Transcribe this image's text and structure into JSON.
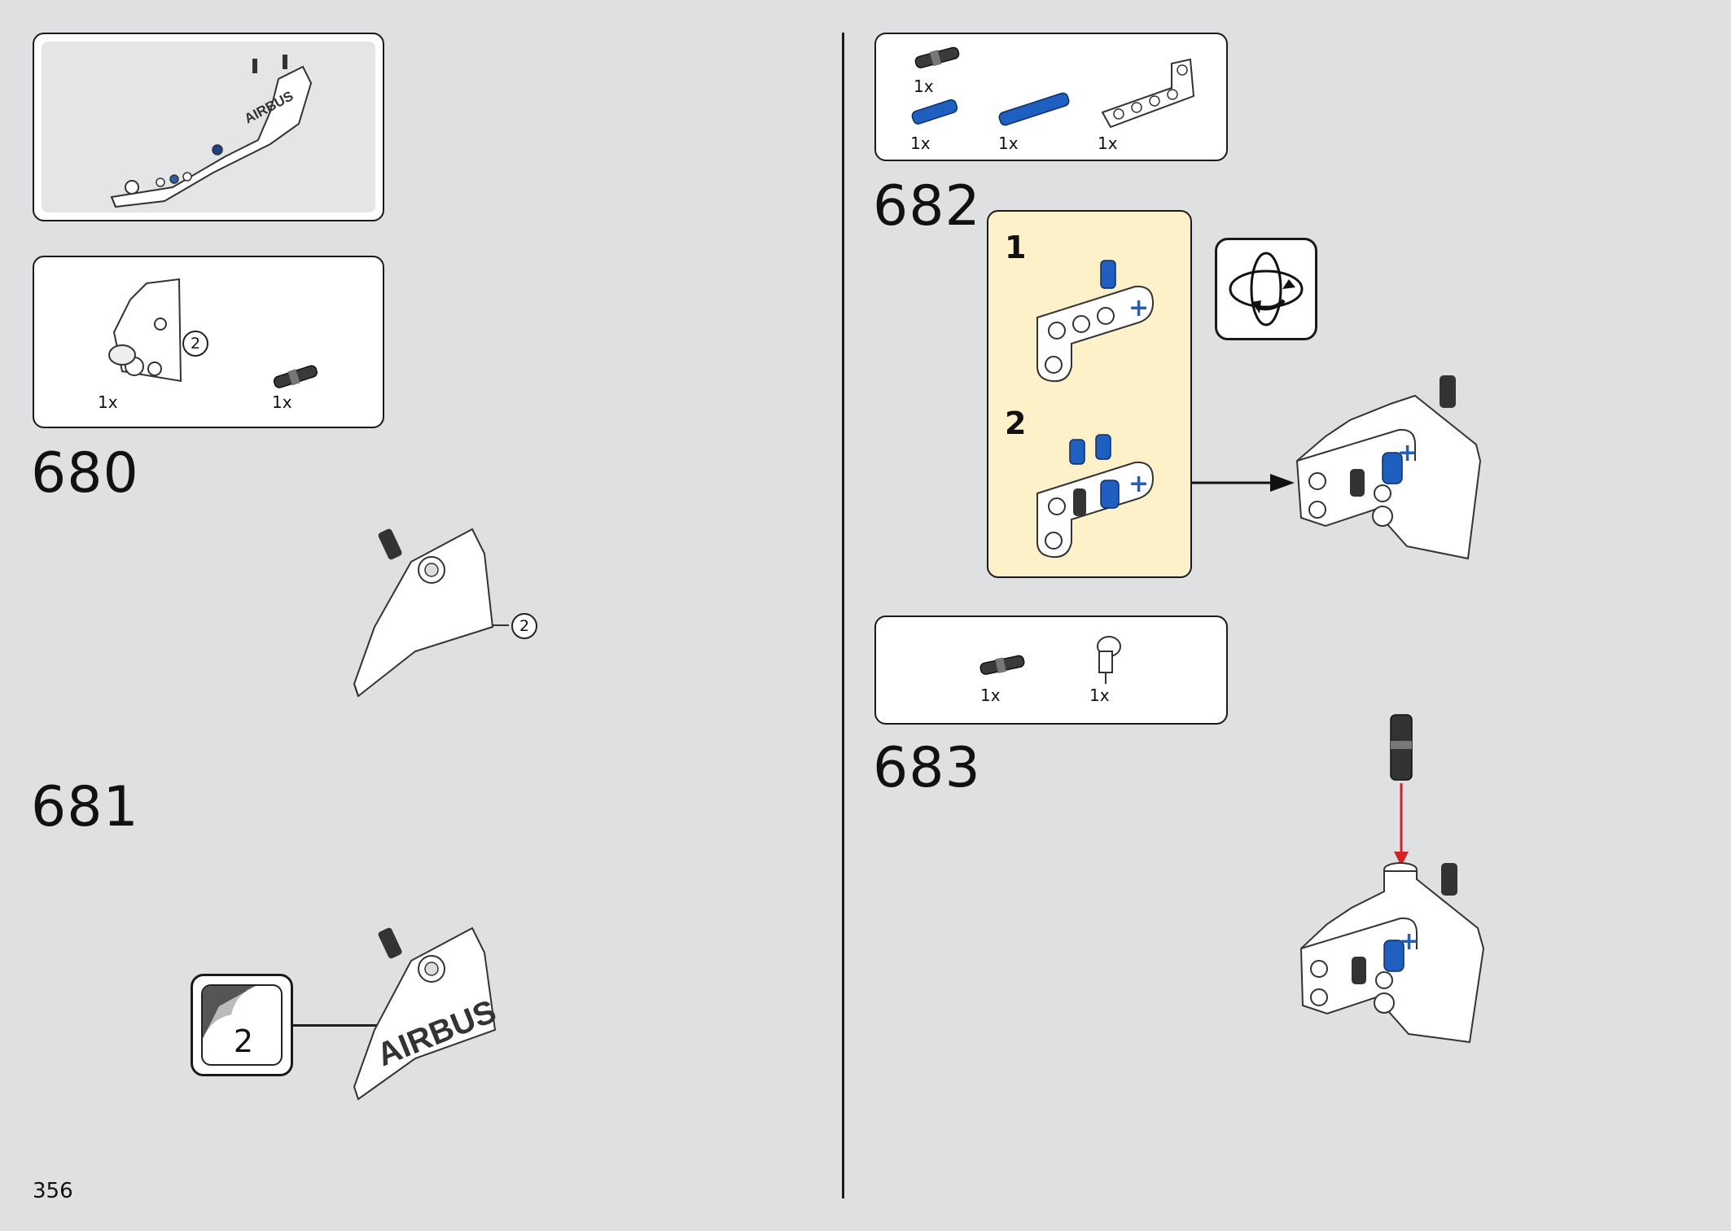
{
  "page": {
    "number": "356"
  },
  "steps": [
    {
      "number": "680",
      "parts": [
        {
          "qty": "1x",
          "icon": "curved-panel-icon"
        },
        {
          "qty": "1x",
          "icon": "black-pin-icon"
        }
      ],
      "callout": "2"
    },
    {
      "number": "681",
      "sticker": "2",
      "logo_text": "AIRBUS"
    },
    {
      "number": "682",
      "parts": [
        {
          "qty": "1x",
          "icon": "black-pin-icon"
        },
        {
          "qty": "1x",
          "icon": "blue-axle-pin-icon"
        },
        {
          "qty": "1x",
          "icon": "blue-long-pin-icon"
        },
        {
          "qty": "1x",
          "icon": "l-beam-icon"
        }
      ],
      "substeps": [
        "1",
        "2"
      ]
    },
    {
      "number": "683",
      "parts": [
        {
          "qty": "1x",
          "icon": "black-pin-icon"
        },
        {
          "qty": "1x",
          "icon": "angle-connector-icon"
        }
      ]
    }
  ],
  "preview": {
    "logo_text": "AIRBUS"
  },
  "colors": {
    "background": "#dfe0e2",
    "lego_blue": "#1f5fbf",
    "highlight_panel": "#fcf1c8",
    "arrow_red": "#d42027"
  }
}
